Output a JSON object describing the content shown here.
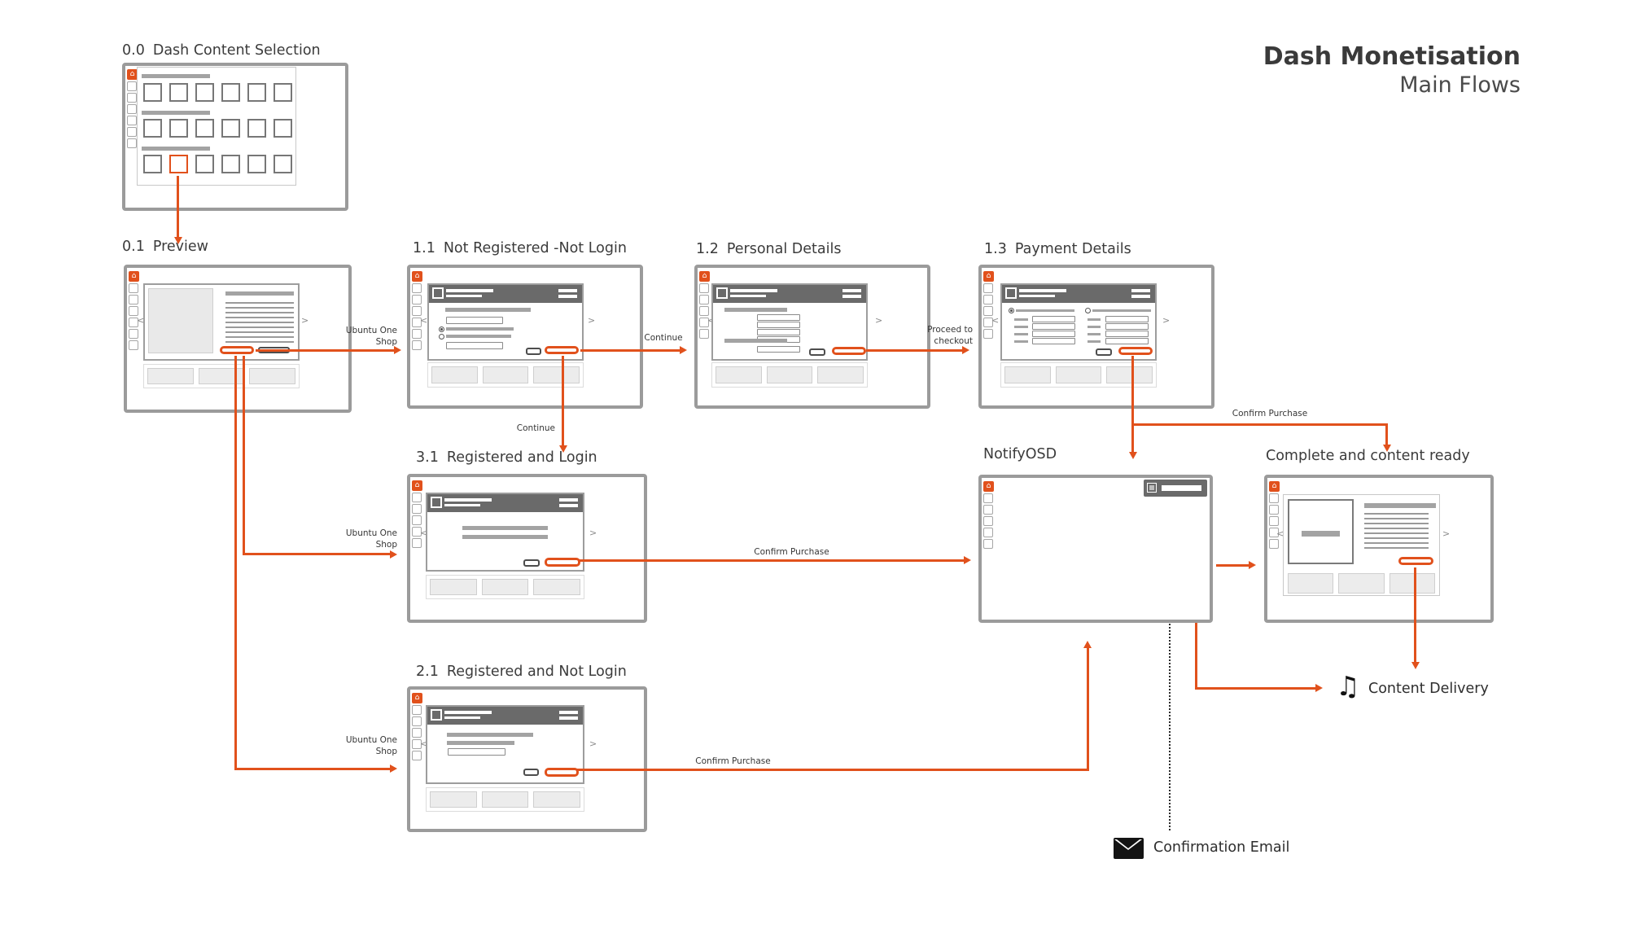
{
  "header": {
    "title": "Dash Monetisation",
    "subtitle": "Main Flows"
  },
  "screens": {
    "dash": {
      "num": "0.0",
      "name": "Dash Content Selection"
    },
    "preview": {
      "num": "0.1",
      "name": "Preview"
    },
    "notreg": {
      "num": "1.1",
      "name": "Not Registered -Not Login"
    },
    "personal": {
      "num": "1.2",
      "name": "Personal Details"
    },
    "payment": {
      "num": "1.3",
      "name": "Payment Details"
    },
    "reglogin": {
      "num": "3.1",
      "name": "Registered and Login"
    },
    "regnotlogin": {
      "num": "2.1",
      "name": "Registered and  Not Login"
    },
    "notify": {
      "name": "NotifyOSD"
    },
    "complete": {
      "name": "Complete and content ready"
    }
  },
  "flows": {
    "ubuntu_one_shop": "Ubuntu One Shop",
    "continue_label": "Continue",
    "proceed_checkout": "Proceed to checkout",
    "confirm_purchase": "Confirm Purchase"
  },
  "endpoints": {
    "content_delivery": "Content Delivery",
    "confirmation_email": "Confirmation Email"
  },
  "icons": {
    "home": "⌂",
    "music_note": "♫",
    "chevron_left": "<",
    "chevron_right": ">"
  },
  "colors": {
    "accent_orange": "#E1511C",
    "frame_grey": "#9b9b9b",
    "header_grey": "#6a6a6a"
  }
}
